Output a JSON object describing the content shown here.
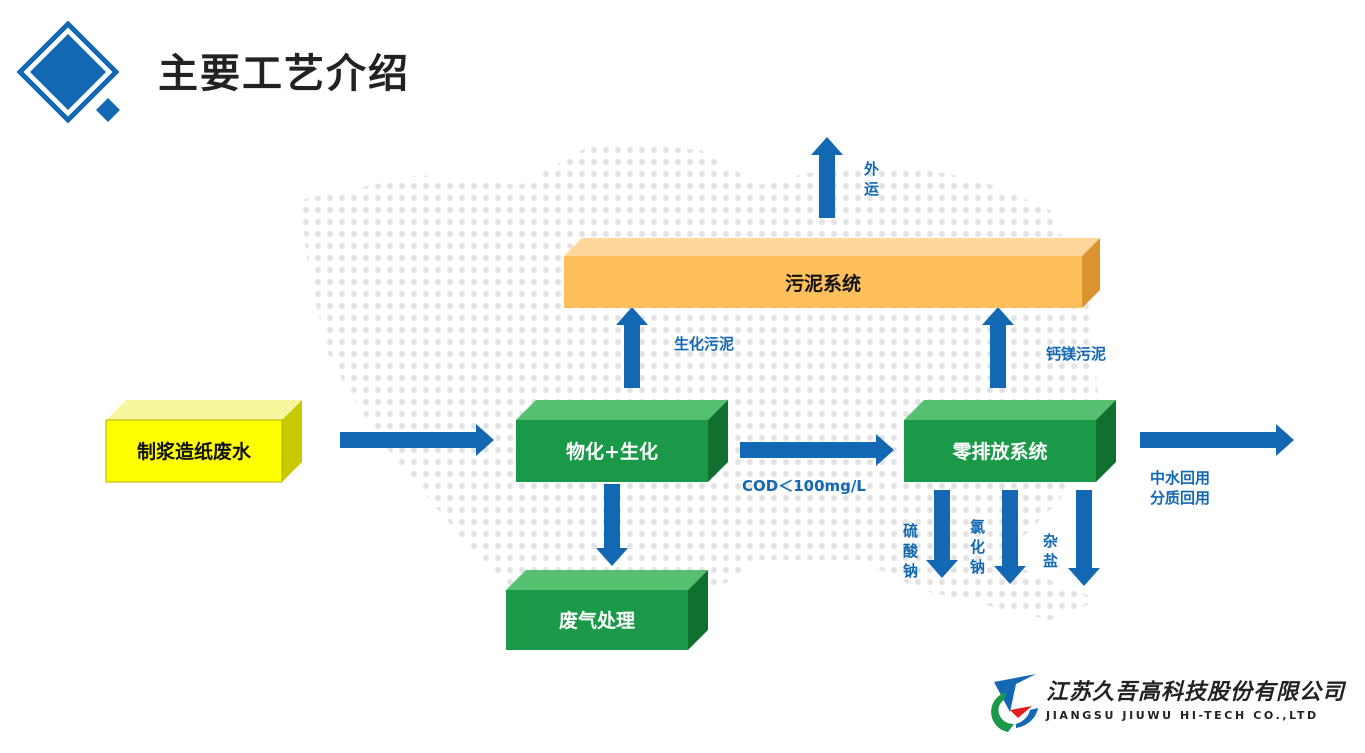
{
  "header": {
    "title": "主要工艺介绍"
  },
  "nodes": {
    "wastewater": "制浆造纸废水",
    "physchem_bio": "物化+生化",
    "sludge_system": "污泥系统",
    "zero_discharge": "零排放系统",
    "waste_gas": "废气处理"
  },
  "labels": {
    "export_1": "外",
    "export_2": "运",
    "bio_sludge": "生化污泥",
    "ca_mg_sludge": "钙镁污泥",
    "cod": "COD＜100mg/L",
    "reuse_1": "中水回用",
    "reuse_2": "分质回用",
    "sodium_sulfate_1": "硫",
    "sodium_sulfate_2": "酸",
    "sodium_sulfate_3": "钠",
    "sodium_chloride_1": "氯",
    "sodium_chloride_2": "化",
    "sodium_chloride_3": "钠",
    "mixed_salt_1": "杂",
    "mixed_salt_2": "盐"
  },
  "colors": {
    "accent": "#1268b3",
    "green_front": "#1a9a48",
    "green_top": "#55c06f",
    "green_side": "#0f7030",
    "yellow_front": "#ffff00",
    "yellow_top": "#f7f7a0",
    "yellow_side": "#c9c900",
    "orange_front": "#ffbf5a",
    "orange_top": "#ffd79a",
    "orange_side": "#d99430"
  },
  "logo": {
    "name_cn": "江苏久吾高科技股份有限公司",
    "name_en": "JIANGSU JIUWU HI-TECH CO.,LTD"
  }
}
